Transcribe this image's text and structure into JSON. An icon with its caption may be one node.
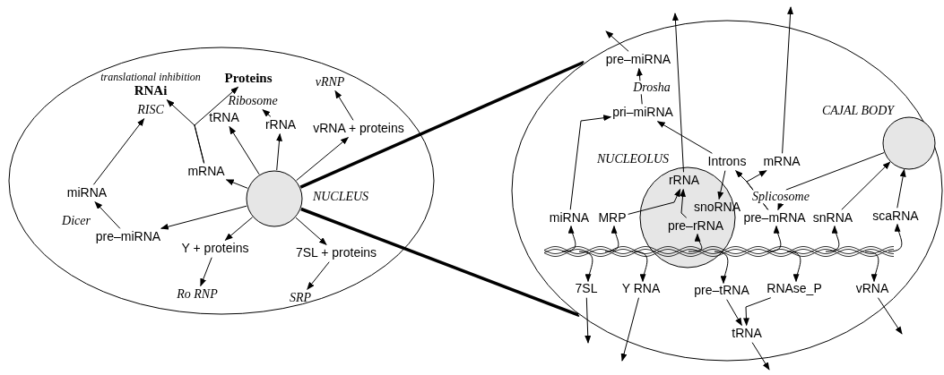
{
  "diagram": {
    "nodes": [
      {
        "text": [],
        "shape": "ellipse"
      },
      {
        "text": [],
        "shape": "circle",
        "in": 0,
        "beside": [
          "NUCLEUS"
        ]
      },
      {
        "text": [
          "translational inhibition",
          "RNAi"
        ],
        "in": 0
      },
      {
        "text": [
          "Proteins"
        ],
        "in": 0
      },
      {
        "text": [
          "RISC"
        ],
        "in": 0
      },
      {
        "text": [
          "Ribosome"
        ],
        "in": 0
      },
      {
        "text": [
          "tRNA"
        ],
        "in": 0
      },
      {
        "text": [
          "rRNA"
        ],
        "in": 0
      },
      {
        "text": [
          "vRNP"
        ],
        "in": 0
      },
      {
        "text": [
          "vRNA + proteins"
        ],
        "in": 0
      },
      {
        "text": [
          "mRNA"
        ],
        "in": 0
      },
      {
        "text": [
          "miRNA"
        ],
        "in": 0
      },
      {
        "text": [
          "pre–miRNA"
        ],
        "in": 0
      },
      {
        "text": [
          "Y + proteins"
        ],
        "in": 0
      },
      {
        "text": [
          "7SL + proteins"
        ],
        "in": 0
      },
      {
        "text": [
          "Ro RNP"
        ],
        "in": 0
      },
      {
        "text": [
          "SRP"
        ],
        "in": 0
      },
      {
        "text": [],
        "shape": "ellipse"
      },
      {
        "text": [
          "pre–miRNA"
        ],
        "in": 17
      },
      {
        "text": [
          "pri–miRNA"
        ],
        "in": 17
      },
      {
        "text": [],
        "shape": "circle",
        "in": 17,
        "beside": [
          "CAJAL BODY"
        ]
      },
      {
        "text": [
          "Introns"
        ],
        "in": 17
      },
      {
        "text": [
          "mRNA"
        ],
        "in": 17
      },
      {
        "text": [],
        "shape": "circle",
        "in": 17,
        "beside": [
          "NUCLEOLUS"
        ]
      },
      {
        "text": [
          "rRNA"
        ],
        "in": 23
      },
      {
        "text": [
          "snoRNA"
        ],
        "in": 23
      },
      {
        "text": [
          "pre–rRNA"
        ],
        "in": 23
      },
      {
        "text": [
          "miRNA"
        ],
        "in": 17
      },
      {
        "text": [
          "MRP"
        ],
        "in": 17
      },
      {
        "text": [
          "pre–mRNA"
        ],
        "in": 17
      },
      {
        "text": [
          "snRNA"
        ],
        "in": 17
      },
      {
        "text": [
          "scaRNA"
        ],
        "in": 17
      },
      {
        "text": [],
        "shape": "helix",
        "in": 17
      },
      {
        "text": [
          "7SL"
        ],
        "in": 17
      },
      {
        "text": [
          "Y RNA"
        ],
        "in": 17
      },
      {
        "text": [
          "pre–tRNA"
        ],
        "in": 17
      },
      {
        "text": [
          "RNAse_P"
        ],
        "in": 17
      },
      {
        "text": [
          "vRNA"
        ],
        "in": 17
      },
      {
        "text": [
          "tRNA"
        ],
        "in": 17
      }
    ],
    "edges": [
      {
        "from": 1,
        "to": 10,
        "arrow": "to"
      },
      {
        "from": 1,
        "to": 6,
        "arrow": "to"
      },
      {
        "from": 1,
        "to": 7,
        "arrow": "to"
      },
      {
        "from": 1,
        "to": 9,
        "arrow": "to"
      },
      {
        "from": 1,
        "to": 12,
        "arrow": "to"
      },
      {
        "from": 1,
        "to": 13,
        "arrow": "to"
      },
      {
        "from": 1,
        "to": 14,
        "arrow": "to"
      },
      {
        "from": 12,
        "to": 11,
        "arrow": "to",
        "label": "Dicer"
      },
      {
        "from": 11,
        "to": 4,
        "arrow": "to"
      },
      {
        "from": 10,
        "to": 2,
        "arrow": "to"
      },
      {
        "from": 10,
        "to": 3,
        "arrow": "to"
      },
      {
        "from": 7,
        "to": 5,
        "arrow": "to"
      },
      {
        "from": 9,
        "to": 8,
        "arrow": "to"
      },
      {
        "from": 13,
        "to": 15,
        "arrow": "to"
      },
      {
        "from": 14,
        "to": 16,
        "arrow": "to"
      },
      {
        "from": 1,
        "to": 17,
        "arrow": "none",
        "style": "thick"
      },
      {
        "from": 1,
        "to": 17,
        "arrow": "none",
        "style": "thick"
      },
      {
        "from": 27,
        "to": 19,
        "arrow": "to"
      },
      {
        "from": 19,
        "to": 18,
        "arrow": "to",
        "label": "Drosha"
      },
      {
        "from": 18,
        "to": null,
        "arrow": "to"
      },
      {
        "from": 21,
        "to": 19,
        "arrow": "to"
      },
      {
        "from": 21,
        "to": 25,
        "arrow": "to"
      },
      {
        "from": 24,
        "to": null,
        "arrow": "to"
      },
      {
        "from": 22,
        "to": null,
        "arrow": "to"
      },
      {
        "from": 26,
        "to": 24,
        "arrow": "to"
      },
      {
        "from": 28,
        "to": 24,
        "arrow": "to"
      },
      {
        "from": 29,
        "to": 21,
        "arrow": "to",
        "label": "Splicosome"
      },
      {
        "from": 29,
        "to": 22,
        "arrow": "to"
      },
      {
        "from": 30,
        "to": 20,
        "arrow": "to"
      },
      {
        "from": 20,
        "to": 29,
        "arrow": "to"
      },
      {
        "from": 31,
        "to": 20,
        "arrow": "to"
      },
      {
        "from": 33,
        "to": null,
        "arrow": "to"
      },
      {
        "from": 34,
        "to": null,
        "arrow": "to"
      },
      {
        "from": 35,
        "to": 38,
        "arrow": "to"
      },
      {
        "from": 36,
        "to": 38,
        "arrow": "to"
      },
      {
        "from": 38,
        "to": null,
        "arrow": "to"
      },
      {
        "from": 37,
        "to": null,
        "arrow": "to"
      },
      {
        "from": 32,
        "to": 27,
        "arrow": "to"
      },
      {
        "from": 32,
        "to": 28,
        "arrow": "to"
      },
      {
        "from": 32,
        "to": 26,
        "arrow": "to"
      },
      {
        "from": 32,
        "to": 29,
        "arrow": "to"
      },
      {
        "from": 32,
        "to": 30,
        "arrow": "to"
      },
      {
        "from": 32,
        "to": 31,
        "arrow": "to"
      },
      {
        "from": 32,
        "to": 33,
        "arrow": "to"
      },
      {
        "from": 32,
        "to": 34,
        "arrow": "to"
      },
      {
        "from": 32,
        "to": 35,
        "arrow": "to"
      },
      {
        "from": 32,
        "to": 36,
        "arrow": "to"
      },
      {
        "from": 32,
        "to": 37,
        "arrow": "to"
      }
    ]
  }
}
